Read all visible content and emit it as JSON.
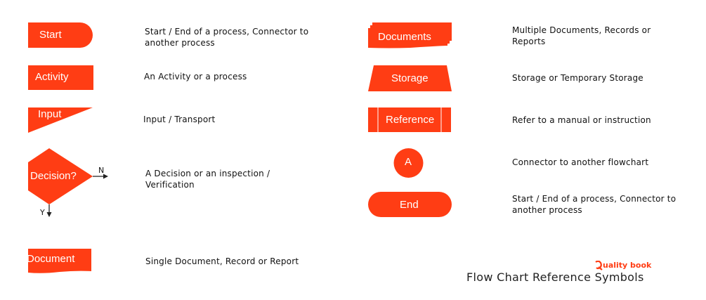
{
  "colors": {
    "symbol_fill": "#ff3d14",
    "text": "#111111"
  },
  "symbols": {
    "start": {
      "label": "Start",
      "description": [
        "Start / End of a process, Connector to",
        "another process"
      ]
    },
    "activity": {
      "label": "Activity",
      "description": [
        "An Activity or a process"
      ]
    },
    "input": {
      "label": "Input",
      "description": [
        "Input / Transport"
      ]
    },
    "decision": {
      "label": "Decision?",
      "yes": "Y",
      "no": "N",
      "description": [
        "A Decision or an inspection /",
        "Verification"
      ]
    },
    "document": {
      "label": "Document",
      "description": [
        "Single Document, Record or Report"
      ]
    },
    "documents": {
      "label": "Documents",
      "description": [
        "Multiple Documents, Records or",
        "Reports"
      ]
    },
    "storage": {
      "label": "Storage",
      "description": [
        "Storage or Temporary Storage"
      ]
    },
    "reference": {
      "label": "Reference",
      "description": [
        "Refer to a manual or instruction"
      ]
    },
    "connector": {
      "label": "A",
      "description": [
        "Connector to another flowchart"
      ]
    },
    "end": {
      "label": "End",
      "description": [
        "Start / End of a process, Connector to",
        "another process"
      ]
    }
  },
  "brand": "uality book",
  "title": "Flow Chart Reference Symbols"
}
